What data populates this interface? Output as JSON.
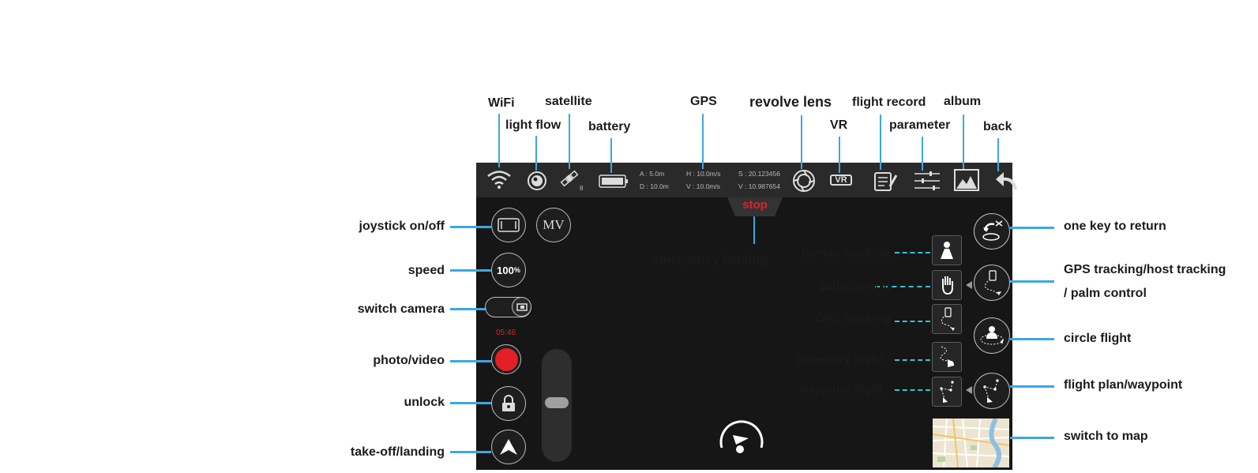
{
  "callouts": {
    "wifi": "WiFi",
    "light_flow": "light flow",
    "satellite": "satellite",
    "battery": "battery",
    "gps": "GPS",
    "revolve_lens": "revolve lens",
    "vr": "VR",
    "flight_record": "flight record",
    "parameter": "parameter",
    "album": "album",
    "back": "back",
    "joystick": "joystick on/off",
    "speed": "speed",
    "switch_camera": "switch camera",
    "photo_video": "photo/video",
    "unlock": "unlock",
    "takeoff_landing": "take-off/landing",
    "emergency_landing": "emergency landing",
    "human_tracking": "human tracking",
    "palm_control": "palm control",
    "gps_tracking": "GPS tracking",
    "trajectory_flight": "trajectory flight",
    "waypoint_flight": "waypoint flight",
    "one_key_return": "one key to return",
    "gps_host_palm_line1": "GPS tracking/host tracking",
    "gps_host_palm_line2": "/ palm control",
    "circle_flight": "circle flight",
    "flight_plan": "flight plan/waypoint",
    "switch_map": "switch to map"
  },
  "screen": {
    "satellite_count": "8",
    "altitude": "A : 5.0m",
    "distance": "D : 10.0m",
    "h_speed": "H : 10.0m/s",
    "v_speed": "V : 10.0m/s",
    "s_coord": "S : 20.123456",
    "v_coord": "V : 10.987654",
    "stop_label": "stop",
    "mv_label": "MV",
    "speed_value": "100",
    "speed_unit": "%",
    "vr_label": "VR",
    "timer": "05:46"
  },
  "colors": {
    "callout_line": "#3ca7e4",
    "dash_line": "#2ec5d6",
    "record_red": "#e51f26",
    "stop_red": "#e51f26",
    "screen_bg": "#161616"
  },
  "icons": [
    "wifi-icon",
    "light-flow-icon",
    "satellite-icon",
    "battery-icon",
    "revolve-lens-icon",
    "vr-icon",
    "flight-record-icon",
    "parameter-icon",
    "album-icon",
    "back-icon",
    "joystick-icon",
    "record-icon",
    "lock-icon",
    "takeoff-icon",
    "return-home-icon",
    "human-tracking-icon",
    "palm-icon",
    "gps-tracking-icon",
    "trajectory-icon",
    "waypoint-icon",
    "circle-flight-icon",
    "flight-plan-icon",
    "map-thumbnail"
  ]
}
